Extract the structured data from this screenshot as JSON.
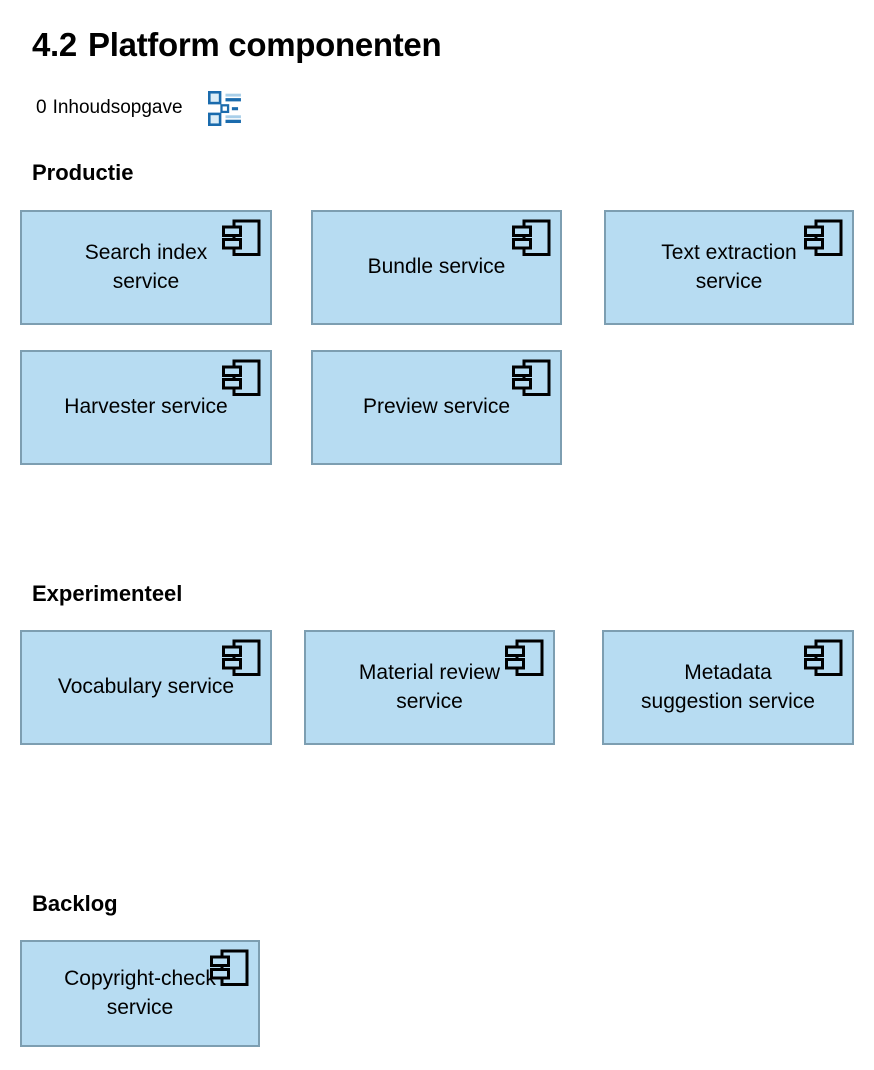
{
  "page": {
    "title_number": "4.2",
    "title_text": "Platform componenten"
  },
  "toc": {
    "count": "0",
    "label": "Inhoudsopgave"
  },
  "colors": {
    "box_fill": "#b7dcf2",
    "box_border": "#7d9eb1",
    "icon_blue": "#1a6bad",
    "icon_blue_light": "#a9cfe9",
    "icon_square_fill": "#dcedf7",
    "component_icon_stroke": "#000000",
    "text": "#000000"
  },
  "sections": [
    {
      "heading": "Productie",
      "components": [
        {
          "label": "Search index\nservice"
        },
        {
          "label": "Bundle service"
        },
        {
          "label": "Text extraction\nservice"
        },
        {
          "label": "Harvester service"
        },
        {
          "label": "Preview service"
        }
      ]
    },
    {
      "heading": "Experimenteel",
      "components": [
        {
          "label": "Vocabulary service"
        },
        {
          "label": "Material review\nservice"
        },
        {
          "label": "Metadata\nsuggestion service"
        }
      ]
    },
    {
      "heading": "Backlog",
      "components": [
        {
          "label": "Copyright-check\nservice"
        }
      ]
    }
  ]
}
